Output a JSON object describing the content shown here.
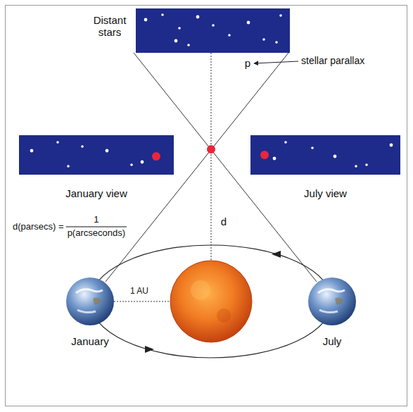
{
  "diagram": {
    "nodes": [
      {
        "text": [
          "Distant stars"
        ]
      },
      {
        "text": [
          "January view"
        ]
      },
      {
        "text": [
          "July view"
        ]
      }
    ],
    "labels": [
      "stellar parallax",
      "p",
      "d(parsecs) =",
      "1",
      "p(arcseconds)",
      "d",
      "1 AU",
      "January",
      "July"
    ]
  }
}
